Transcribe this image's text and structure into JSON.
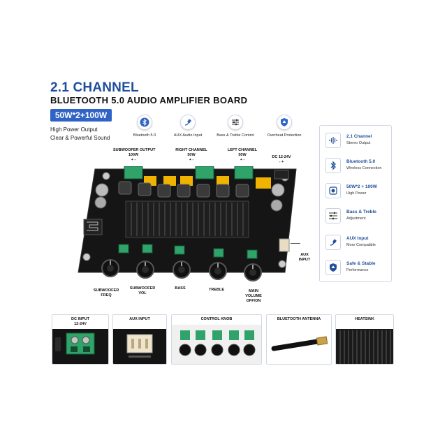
{
  "header": {
    "title": "2.1 CHANNEL",
    "subtitle": "BLUETOOTH 5.0 AUDIO AMPLIFIER BOARD",
    "power_badge": "50W*2+100W",
    "tagline_1": "High Power Output",
    "tagline_2": "Clear & Powerful Sound"
  },
  "features": [
    {
      "label": "Bluetooth 5.0",
      "icon": "bluetooth-icon"
    },
    {
      "label": "AUX Audio Input",
      "icon": "aux-plug-icon"
    },
    {
      "label": "Bass & Treble Control",
      "icon": "sliders-icon"
    },
    {
      "label": "Overheat Protection",
      "icon": "shield-icon"
    }
  ],
  "board_labels": {
    "subwoofer_output": "SUBWOOFER OUTPUT",
    "subwoofer_output_power": "100W",
    "right_channel": "RIGHT CHANNEL",
    "right_channel_power": "50W",
    "left_channel": "LEFT CHANNEL",
    "left_channel_power": "50W",
    "dc_input": "DC 12-24V",
    "plus_minus": "+   -",
    "minus_plus": "-    +",
    "aux_input_1": "AUX",
    "aux_input_2": "INPUT",
    "knob_sub_freq_1": "SUBWOOFER",
    "knob_sub_freq_2": "FREQ",
    "knob_sub_vol_1": "SUBWOOFER",
    "knob_sub_vol_2": "VOL",
    "knob_bass": "BASS",
    "knob_treble": "TREBLE",
    "knob_main_1": "MAIN",
    "knob_main_2": "VOLUME",
    "knob_main_3": "OFF/ON"
  },
  "side_panel": [
    {
      "title": "2.1 Channel",
      "desc": "Stereo Output",
      "icon": "sound-wave-icon"
    },
    {
      "title": "Bluetooth 5.0",
      "desc": "Wireless Connection",
      "icon": "bluetooth-icon"
    },
    {
      "title": "50W*2 + 100W",
      "desc": "High Power",
      "icon": "speaker-icon"
    },
    {
      "title": "Bass & Treble",
      "desc": "Adjustment",
      "icon": "sliders-icon"
    },
    {
      "title": "AUX Input",
      "desc": "More Compatible",
      "icon": "aux-plug-icon"
    },
    {
      "title": "Safe & Stable",
      "desc": "Performance",
      "icon": "shield-icon"
    }
  ],
  "cards": [
    {
      "title_1": "DC INPUT",
      "title_2": "12-24V"
    },
    {
      "title_1": "AUX INPUT",
      "title_2": ""
    },
    {
      "title_1": "CONTROL KNOB",
      "title_2": ""
    },
    {
      "title_1": "BLUETOOTH ANTENNA",
      "title_2": ""
    },
    {
      "title_1": "HEATSINK",
      "title_2": ""
    }
  ],
  "colors": {
    "accent_blue": "#1f4e9c",
    "badge_blue": "#2f63c6",
    "pcb_black": "#141414",
    "terminal_green": "#2fa36a",
    "capacitor_yellow": "#f0b400"
  }
}
